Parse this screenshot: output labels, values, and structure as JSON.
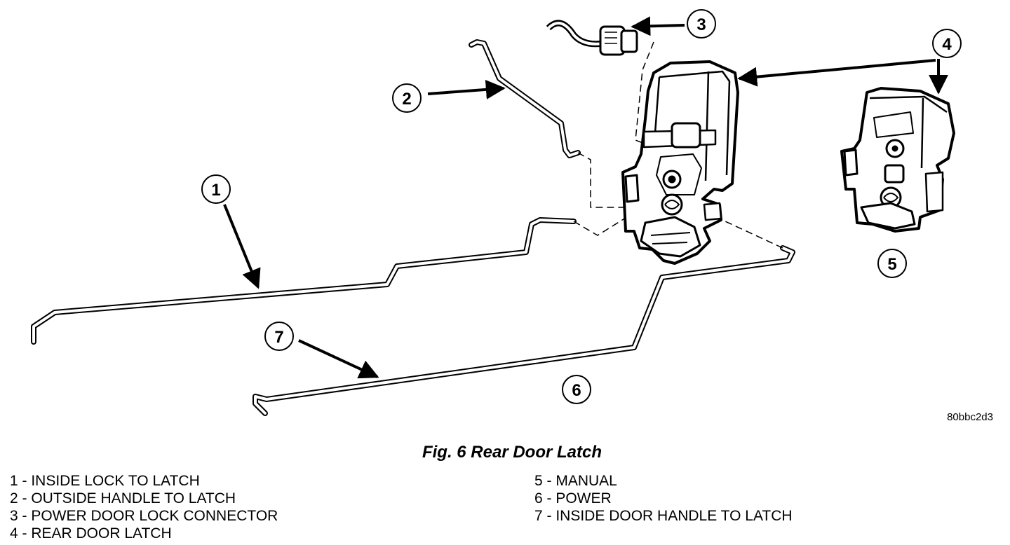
{
  "figure": {
    "caption": "Fig. 6 Rear Door Latch",
    "code": "80bbc2d3"
  },
  "callouts": [
    "1",
    "2",
    "3",
    "4",
    "5",
    "6",
    "7"
  ],
  "legend": {
    "left": [
      "1 - INSIDE LOCK TO LATCH",
      "2 - OUTSIDE HANDLE TO LATCH",
      "3 - POWER DOOR LOCK CONNECTOR",
      "4 - REAR DOOR LATCH"
    ],
    "right": [
      "5 - MANUAL",
      "6 - POWER",
      "7 - INSIDE DOOR HANDLE TO LATCH"
    ]
  }
}
